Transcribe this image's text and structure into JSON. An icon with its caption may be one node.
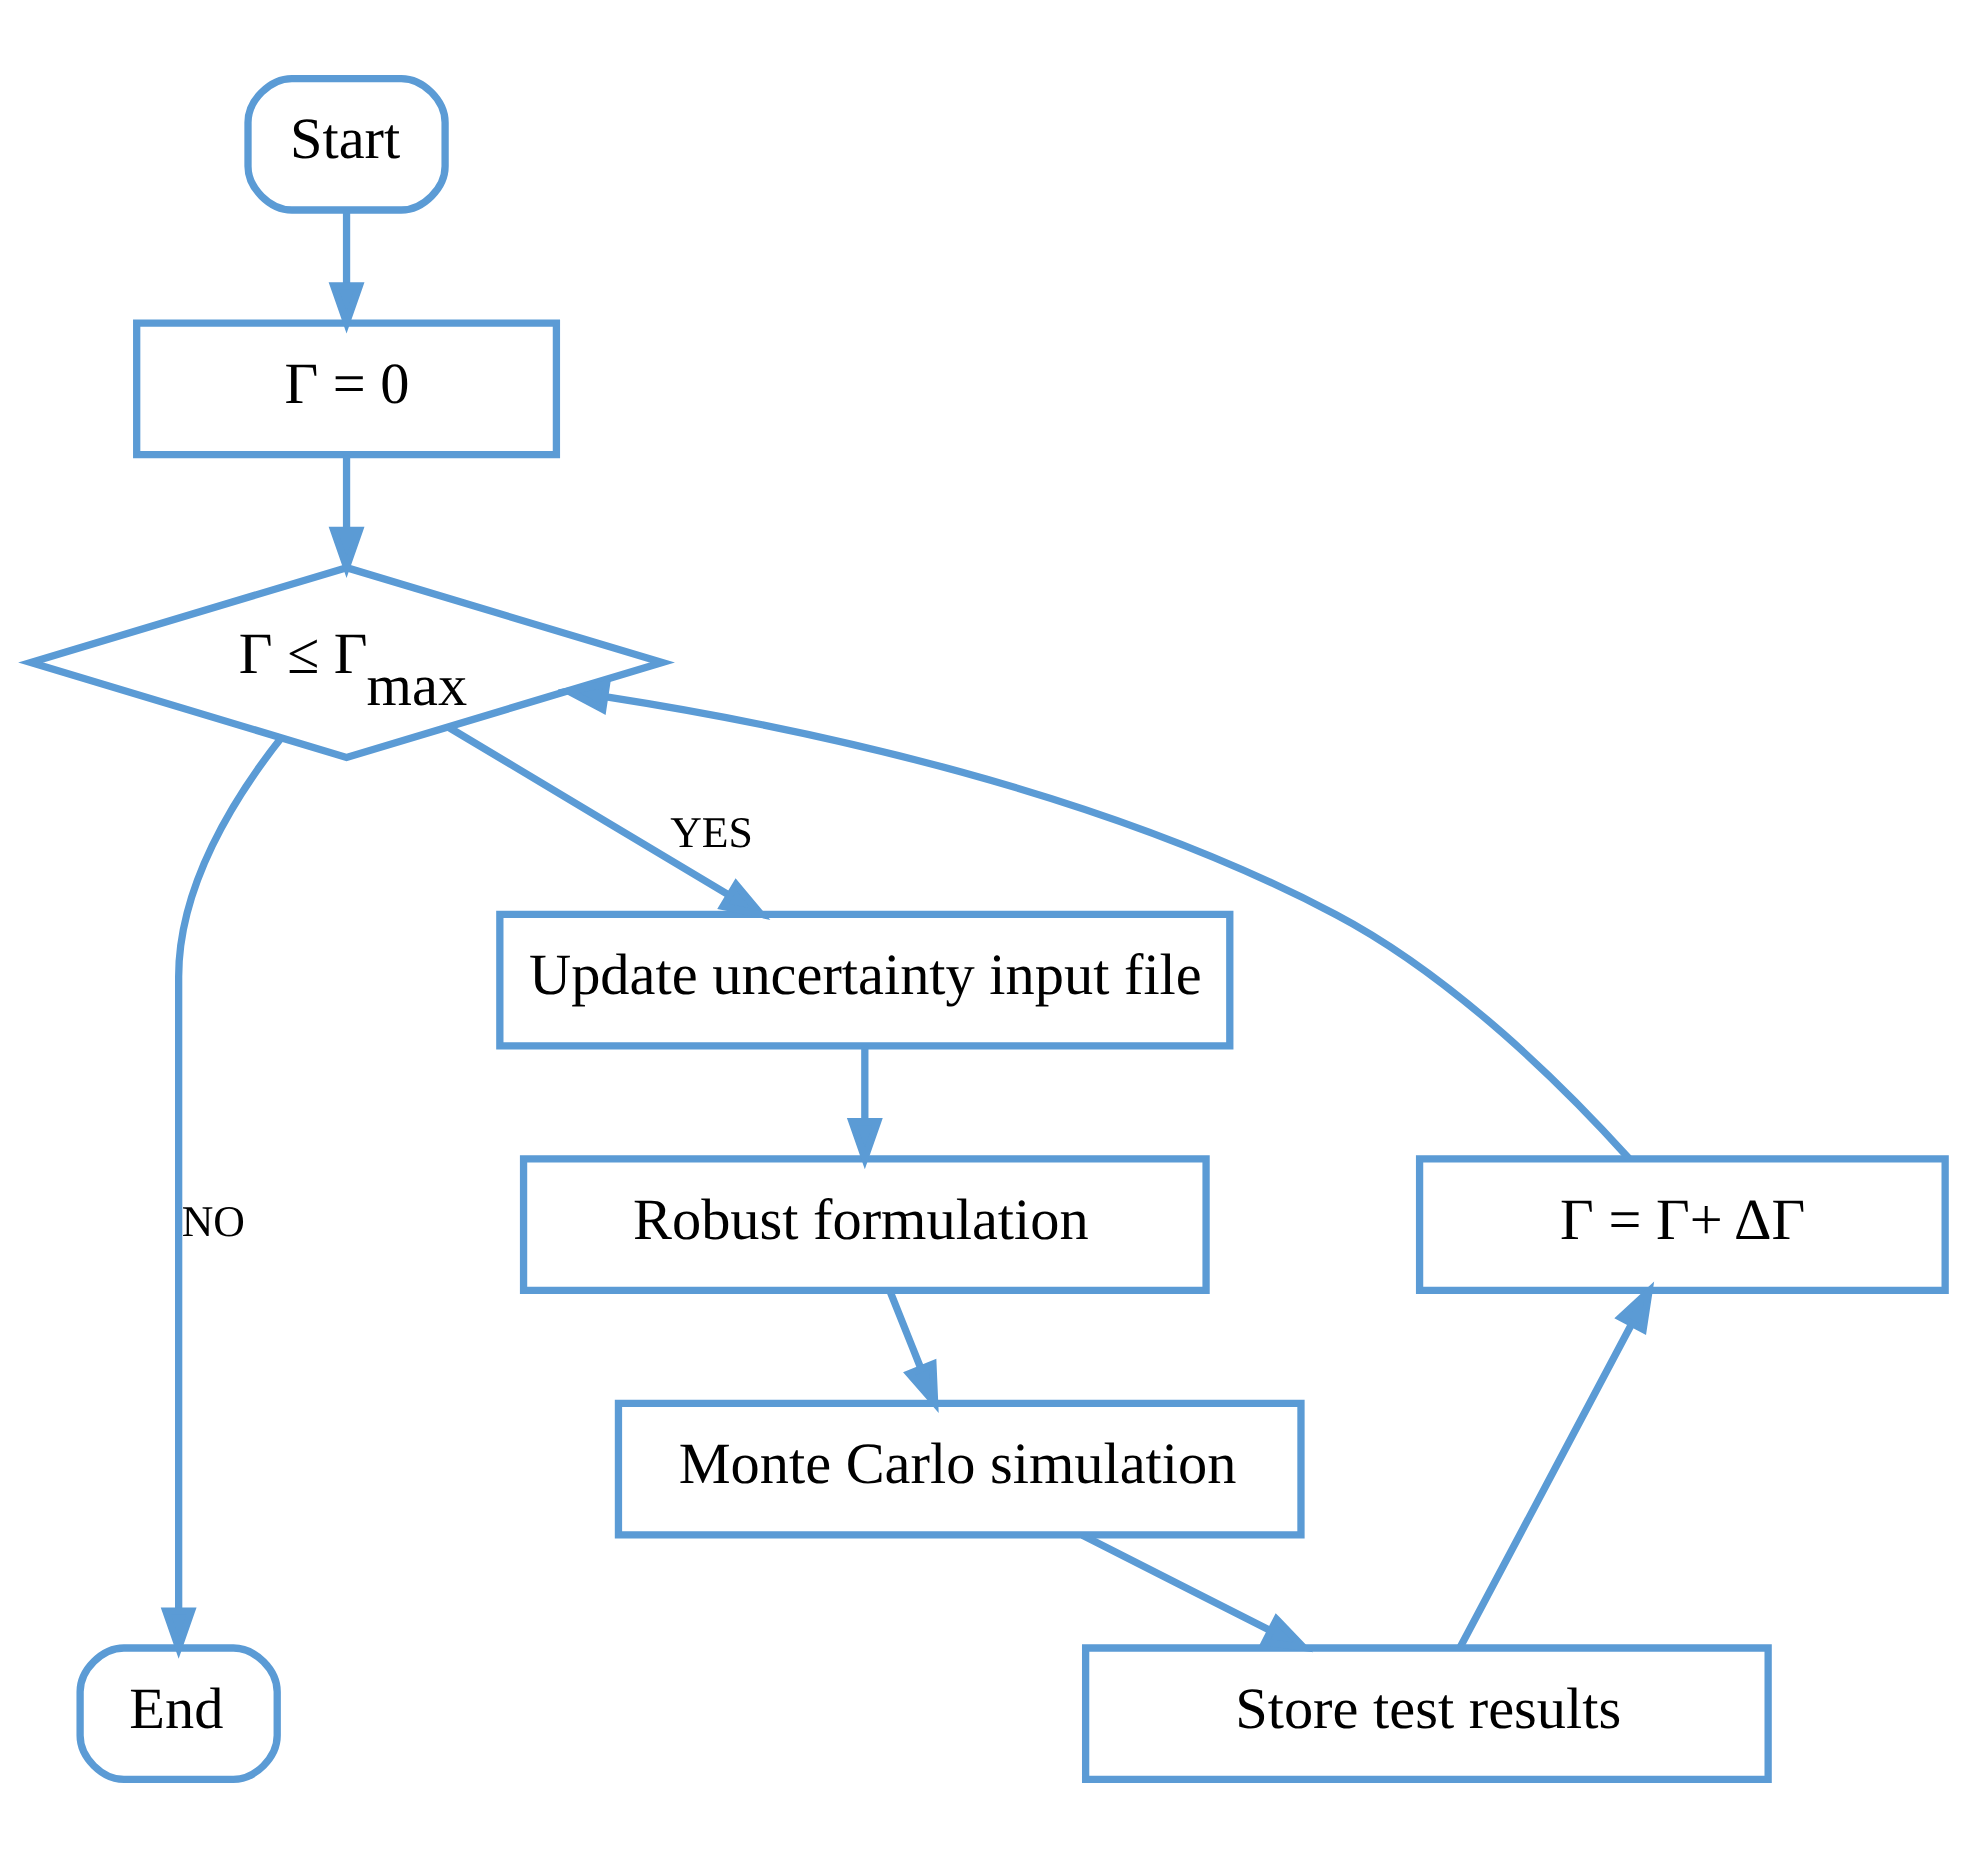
{
  "diagram": {
    "nodes": [
      {
        "text": [
          "Start"
        ]
      },
      {
        "text": [
          "Γ = 0"
        ]
      },
      {
        "text": [
          "Γ ≤ Γ$_{max}$"
        ]
      },
      {
        "text": [
          "Update uncertainty input file"
        ]
      },
      {
        "text": [
          "Robust formulation"
        ]
      },
      {
        "text": [
          "Monte Carlo simulation"
        ]
      },
      {
        "text": [
          "Store test results"
        ]
      },
      {
        "text": [
          "Γ = Γ+ ΔΓ"
        ]
      },
      {
        "text": [
          "End"
        ]
      }
    ],
    "edges": [
      {
        "from": 0,
        "to": 1,
        "arrow": "to"
      },
      {
        "from": 1,
        "to": 2,
        "arrow": "to"
      },
      {
        "from": 2,
        "to": 3,
        "arrow": "to",
        "label": "YES"
      },
      {
        "from": 3,
        "to": 4,
        "arrow": "to"
      },
      {
        "from": 4,
        "to": 5,
        "arrow": "to"
      },
      {
        "from": 5,
        "to": 6,
        "arrow": "to"
      },
      {
        "from": 6,
        "to": 7,
        "arrow": "to"
      },
      {
        "from": 7,
        "to": 2,
        "arrow": "to"
      },
      {
        "from": 2,
        "to": 8,
        "arrow": "to",
        "label": "NO"
      }
    ]
  }
}
